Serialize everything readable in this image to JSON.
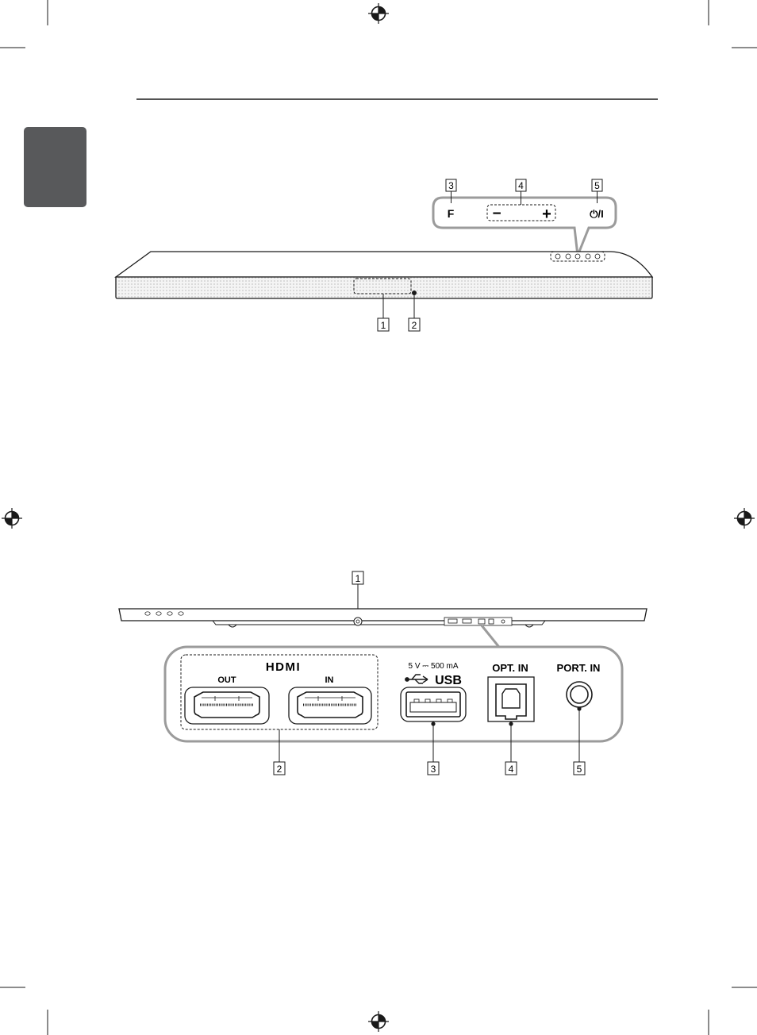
{
  "front_panel": {
    "callouts": [
      "3",
      "4",
      "5",
      "1",
      "2"
    ],
    "button_f": "F",
    "button_minus": "−",
    "button_plus": "+",
    "button_power": "⏻/I"
  },
  "rear_panel": {
    "callouts": [
      "1",
      "2",
      "3",
      "4",
      "5"
    ],
    "hdmi_logo": "HDMI",
    "hdmi_out_label": "OUT",
    "hdmi_in_label": "IN",
    "usb_rating": "5 V ⎓ 500 mA",
    "usb_label": "USB",
    "optical_label": "OPT. IN",
    "port_label": "PORT. IN"
  },
  "colors": {
    "side_tab": "#58595b",
    "outline": "#1a1a1a",
    "callout_frame": "#9b9b9b"
  }
}
